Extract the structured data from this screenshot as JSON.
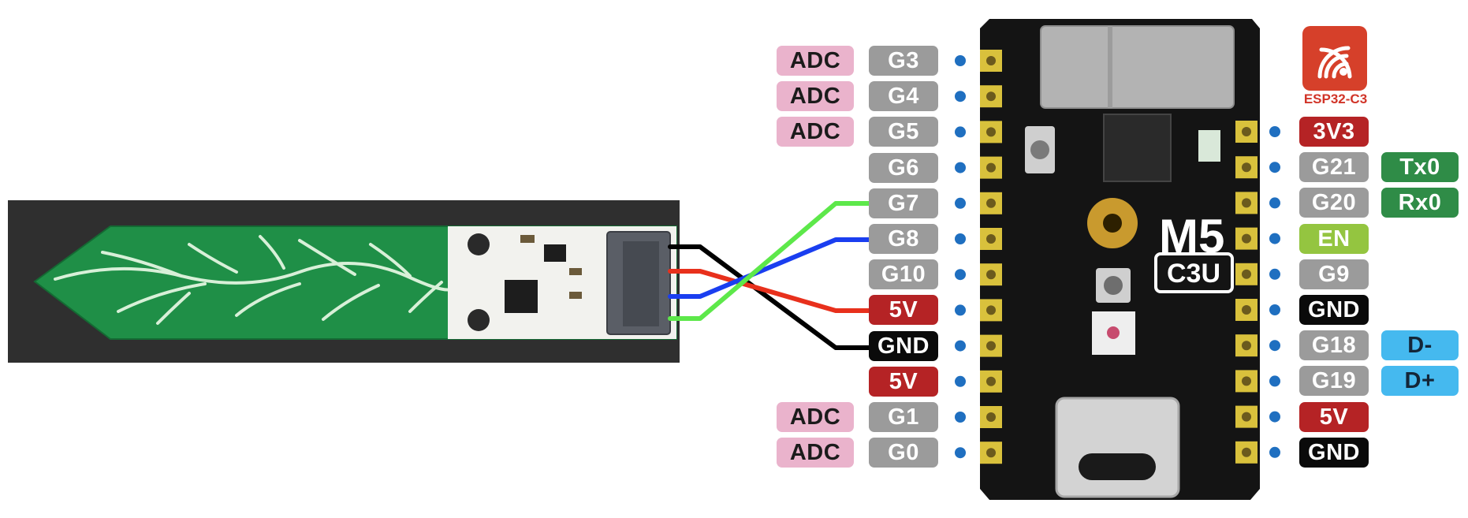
{
  "colors": {
    "adc": "#eab3cc",
    "gpio": "#9b9b9b",
    "power_5v": "#b52325",
    "power_3v3": "#b52325",
    "gnd": "#0a0a0a",
    "en": "#94c540",
    "uart": "#2f8c47",
    "usb": "#45b9ef",
    "pin_dot": "#1f6fc0",
    "wire_black": "#000000",
    "wire_red": "#e8301c",
    "wire_blue": "#1a3ef0",
    "wire_green": "#5de84a",
    "espressif_logo": "#d6402a"
  },
  "sensor": {
    "kind": "capacitive soil moisture sensor"
  },
  "board": {
    "silkscreen_brand": "M5",
    "silkscreen_model": "C3U"
  },
  "logo": {
    "icon": "espressif-logo-icon",
    "caption": "ESP32-C3"
  },
  "left_header": [
    {
      "function": "ADC",
      "pin": "G3",
      "type": "gpio"
    },
    {
      "function": "ADC",
      "pin": "G4",
      "type": "gpio"
    },
    {
      "function": "ADC",
      "pin": "G5",
      "type": "gpio"
    },
    {
      "function": "",
      "pin": "G6",
      "type": "gpio"
    },
    {
      "function": "",
      "pin": "G7",
      "type": "gpio"
    },
    {
      "function": "",
      "pin": "G8",
      "type": "gpio"
    },
    {
      "function": "",
      "pin": "G10",
      "type": "gpio"
    },
    {
      "function": "",
      "pin": "5V",
      "type": "power_5v"
    },
    {
      "function": "",
      "pin": "GND",
      "type": "gnd"
    },
    {
      "function": "",
      "pin": "5V",
      "type": "power_5v"
    },
    {
      "function": "ADC",
      "pin": "G1",
      "type": "gpio"
    },
    {
      "function": "ADC",
      "pin": "G0",
      "type": "gpio"
    }
  ],
  "right_header": [
    {
      "pin": "3V3",
      "type": "power_3v3",
      "function": "",
      "function_type": ""
    },
    {
      "pin": "G21",
      "type": "gpio",
      "function": "Tx0",
      "function_type": "uart"
    },
    {
      "pin": "G20",
      "type": "gpio",
      "function": "Rx0",
      "function_type": "uart"
    },
    {
      "pin": "EN",
      "type": "en",
      "function": "",
      "function_type": ""
    },
    {
      "pin": "G9",
      "type": "gpio",
      "function": "",
      "function_type": ""
    },
    {
      "pin": "GND",
      "type": "gnd",
      "function": "",
      "function_type": ""
    },
    {
      "pin": "G18",
      "type": "gpio",
      "function": "D-",
      "function_type": "usb"
    },
    {
      "pin": "G19",
      "type": "gpio",
      "function": "D+",
      "function_type": "usb"
    },
    {
      "pin": "5V",
      "type": "power_5v",
      "function": "",
      "function_type": ""
    },
    {
      "pin": "GND",
      "type": "gnd",
      "function": "",
      "function_type": ""
    }
  ],
  "wires": [
    {
      "color": "wire_black",
      "from_sensor_pin": 1,
      "to_header_index": 8
    },
    {
      "color": "wire_red",
      "from_sensor_pin": 2,
      "to_header_index": 7
    },
    {
      "color": "wire_blue",
      "from_sensor_pin": 3,
      "to_header_index": 5
    },
    {
      "color": "wire_green",
      "from_sensor_pin": 4,
      "to_header_index": 4
    }
  ]
}
